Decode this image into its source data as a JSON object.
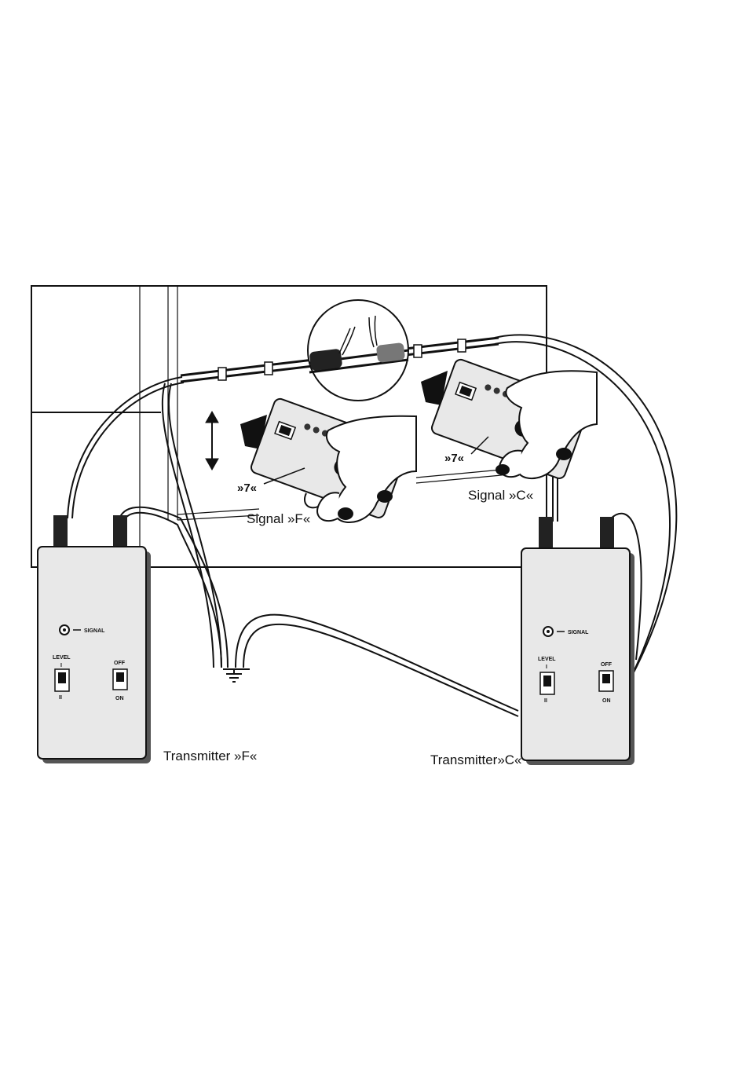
{
  "diagram": {
    "transmitter_left": {
      "caption": "Transmitter »F«",
      "signal_label": "SIGNAL",
      "level_label": "LEVEL",
      "level_top": "I",
      "level_bottom": "II",
      "switch_off": "OFF",
      "switch_on": "ON"
    },
    "transmitter_right": {
      "caption": "Transmitter»C«",
      "signal_label": "SIGNAL",
      "level_label": "LEVEL",
      "level_top": "I",
      "level_bottom": "II",
      "switch_off": "OFF",
      "switch_on": "ON"
    },
    "receiver_left": {
      "signal_caption": "Signal »F«",
      "code_label": "»7«"
    },
    "receiver_right": {
      "signal_caption": "Signal »C«",
      "code_label": "»7«"
    }
  }
}
